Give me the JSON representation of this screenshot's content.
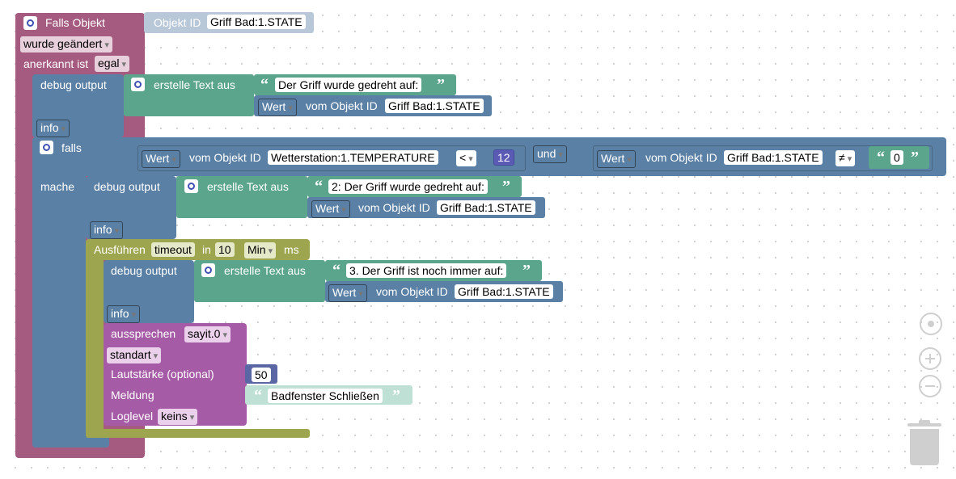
{
  "colors": {
    "trigger": "#a55b80",
    "debug": "#5b80a5",
    "text": "#5ba58c",
    "logic": "#5b80a5",
    "timeout": "#9ea54f",
    "say": "#a55ba5",
    "number": "#5b67a5"
  },
  "trigger": {
    "title": "Falls Objekt",
    "object_label": "Objekt ID",
    "object_value": "Griff Bad:1.STATE",
    "changed": "wurde geändert",
    "ack_label": "anerkannt ist",
    "ack_value": "egal"
  },
  "debug1": {
    "label": "debug output",
    "create_text": "erstelle Text aus",
    "string": "Der Griff wurde gedreht auf:",
    "value_label": "Wert",
    "from_obj": "vom Objekt ID",
    "obj": "Griff Bad:1.STATE",
    "level": "info"
  },
  "if_block": {
    "label": "falls",
    "value_label": "Wert",
    "from_obj": "vom Objekt ID",
    "obj1": "Wetterstation:1.TEMPERATURE",
    "op1": "<",
    "num": "12",
    "and": "und",
    "obj2": "Griff Bad:1.STATE",
    "op2": "≠",
    "str": "0",
    "do_label": "mache"
  },
  "debug2": {
    "label": "debug output",
    "create_text": "erstelle Text aus",
    "string": "2: Der Griff wurde gedreht auf:",
    "value_label": "Wert",
    "from_obj": "vom Objekt ID",
    "obj": "Griff Bad:1.STATE",
    "level": "info"
  },
  "timeout": {
    "label": "Ausführen",
    "name": "timeout",
    "in": "in",
    "value": "10",
    "unit": "Min",
    "ms": "ms"
  },
  "debug3": {
    "label": "debug output",
    "create_text": "erstelle Text aus",
    "string": "3. Der Griff ist noch immer auf:",
    "value_label": "Wert",
    "from_obj": "vom Objekt ID",
    "obj": "Griff Bad:1.STATE",
    "level": "info"
  },
  "say": {
    "label": "aussprechen",
    "instance": "sayit.0",
    "mode": "standart",
    "volume_label": "Lautstärke (optional)",
    "volume": "50",
    "message_label": "Meldung",
    "message": "Badfenster Schließen",
    "loglevel_label": "Loglevel",
    "loglevel": "keins"
  },
  "controls": {
    "center": "target-icon",
    "zoom_in": "zoom-in-icon",
    "zoom_out": "zoom-out-icon",
    "trash": "trash-icon"
  }
}
